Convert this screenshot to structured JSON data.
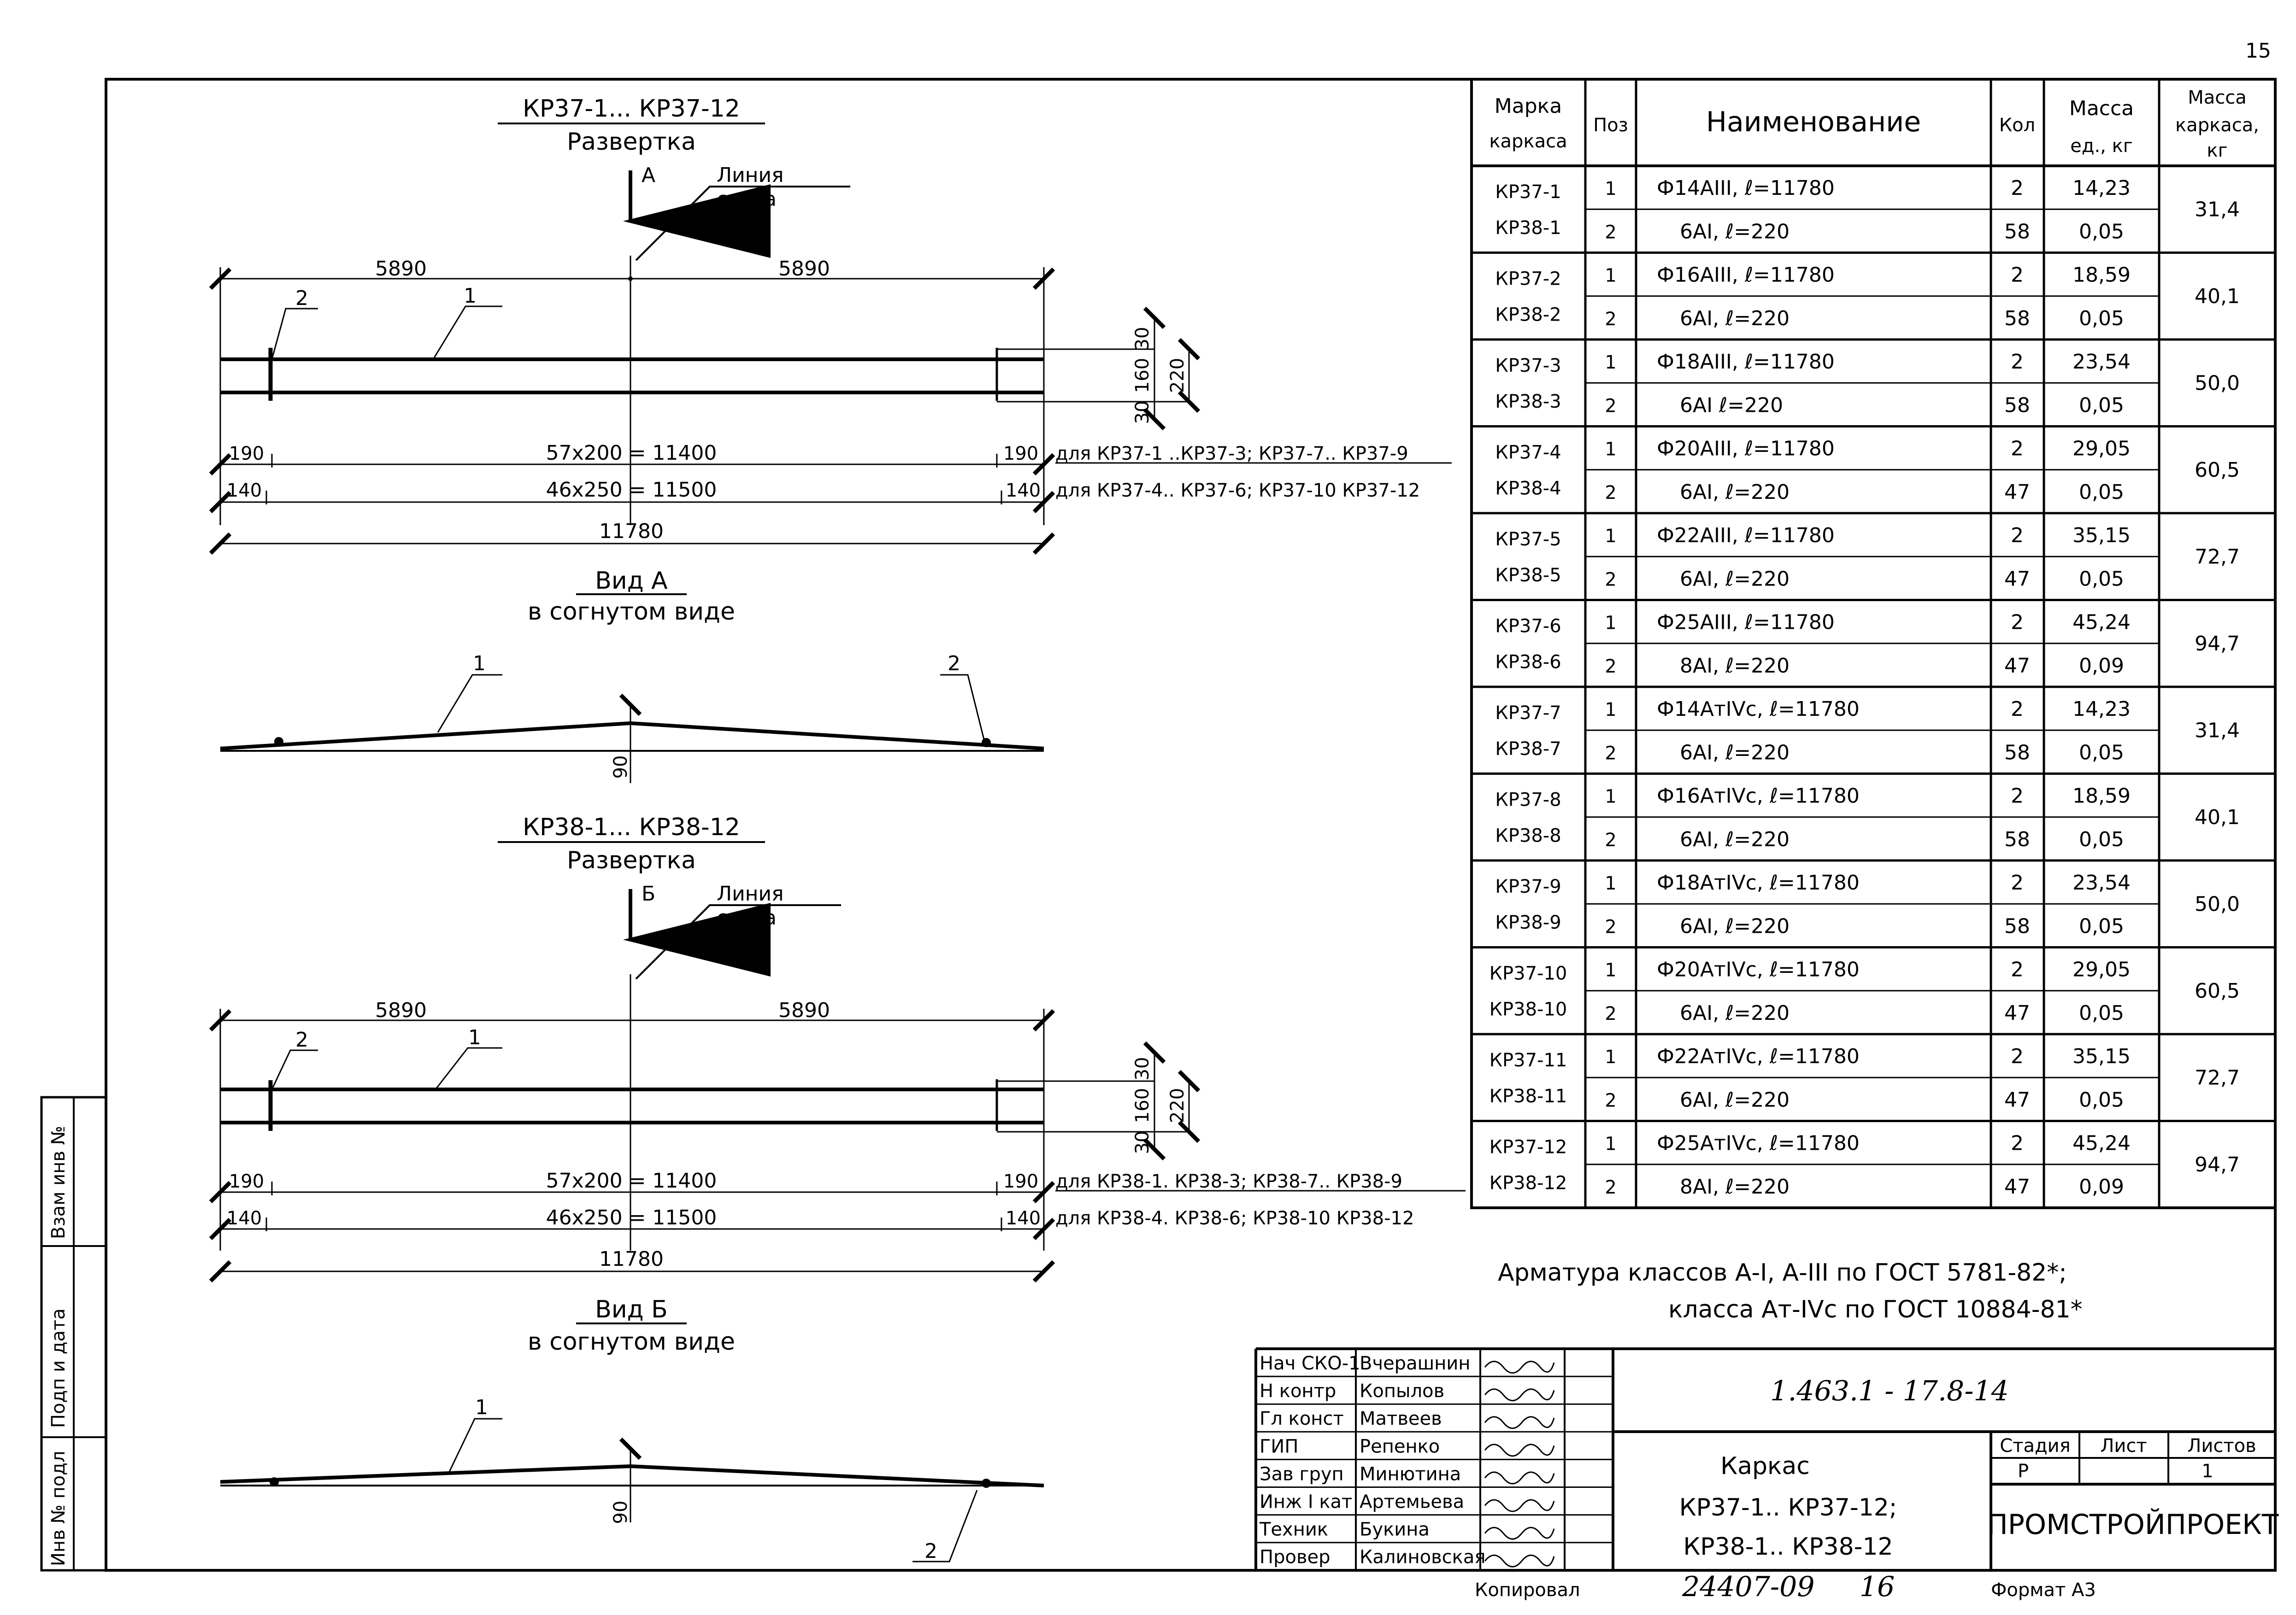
{
  "page_number": "15",
  "drawing_a": {
    "title": "КР37-1... КР37-12",
    "subtitle": "Развертка",
    "arrow_label": "А",
    "bend_line_label_1": "Линия",
    "bend_line_label_2": "сгиба",
    "dim_left": "5890",
    "dim_right": "5890",
    "pos_1": "1",
    "pos_2": "2",
    "dim_30": "30",
    "dim_160": "160",
    "dim_220": "220",
    "dim_190_l": "190",
    "dim_190_r": "190",
    "dim_row1": "57х200 = 11400",
    "note_row1": "для КР37-1 ..КР37-3; КР37-7.. КР37-9",
    "dim_140_l": "140",
    "dim_140_r": "140",
    "dim_row2": "46х250 = 11500",
    "note_row2": "для КР37-4.. КР37-6; КР37-10 КР37-12",
    "dim_total": "11780",
    "view_title": "Вид А",
    "view_subtitle": "в согнутом виде",
    "view_pos_1": "1",
    "view_pos_2": "2",
    "view_dim": "90"
  },
  "drawing_b": {
    "title": "КР38-1... КР38-12",
    "subtitle": "Развертка",
    "arrow_label": "Б",
    "bend_line_label_1": "Линия",
    "bend_line_label_2": "сгиба",
    "dim_left": "5890",
    "dim_right": "5890",
    "pos_1": "1",
    "pos_2": "2",
    "dim_30": "30",
    "dim_160": "160",
    "dim_220": "220",
    "dim_190_l": "190",
    "dim_190_r": "190",
    "dim_row1": "57х200 = 11400",
    "note_row1": "для КР38-1. КР38-3; КР38-7.. КР38-9",
    "dim_140_l": "140",
    "dim_140_r": "140",
    "dim_row2": "46х250 = 11500",
    "note_row2": "для КР38-4. КР38-6; КР38-10 КР38-12",
    "dim_total": "11780",
    "view_title": "Вид Б",
    "view_subtitle": "в согнутом виде",
    "view_pos_1": "1",
    "view_pos_2": "2",
    "view_dim": "90"
  },
  "spec_table": {
    "headers": {
      "mark_1": "Марка",
      "mark_2": "каркаса",
      "pos": "Поз",
      "name": "Наименование",
      "qty": "Кол",
      "mass_unit_1": "Масса",
      "mass_unit_2": "ед., кг",
      "mass_frame_1": "Масса",
      "mass_frame_2": "каркаса,",
      "mass_frame_3": "кг"
    },
    "groups": [
      {
        "mark1": "КР37-1",
        "mark2": "КР38-1",
        "total": "31,4",
        "rows": [
          {
            "pos": "1",
            "name": "Ф14АIII, ℓ=11780",
            "qty": "2",
            "mass": "14,23"
          },
          {
            "pos": "2",
            "name": "6АI, ℓ=220",
            "qty": "58",
            "mass": "0,05"
          }
        ]
      },
      {
        "mark1": "КР37-2",
        "mark2": "КР38-2",
        "total": "40,1",
        "rows": [
          {
            "pos": "1",
            "name": "Ф16АIII, ℓ=11780",
            "qty": "2",
            "mass": "18,59"
          },
          {
            "pos": "2",
            "name": "6АI, ℓ=220",
            "qty": "58",
            "mass": "0,05"
          }
        ]
      },
      {
        "mark1": "КР37-3",
        "mark2": "КР38-3",
        "total": "50,0",
        "rows": [
          {
            "pos": "1",
            "name": "Ф18АIII, ℓ=11780",
            "qty": "2",
            "mass": "23,54"
          },
          {
            "pos": "2",
            "name": "6АI ℓ=220",
            "qty": "58",
            "mass": "0,05"
          }
        ]
      },
      {
        "mark1": "КР37-4",
        "mark2": "КР38-4",
        "total": "60,5",
        "rows": [
          {
            "pos": "1",
            "name": "Ф20АIII, ℓ=11780",
            "qty": "2",
            "mass": "29,05"
          },
          {
            "pos": "2",
            "name": "6АI, ℓ=220",
            "qty": "47",
            "mass": "0,05"
          }
        ]
      },
      {
        "mark1": "КР37-5",
        "mark2": "КР38-5",
        "total": "72,7",
        "rows": [
          {
            "pos": "1",
            "name": "Ф22АIII, ℓ=11780",
            "qty": "2",
            "mass": "35,15"
          },
          {
            "pos": "2",
            "name": "6АI, ℓ=220",
            "qty": "47",
            "mass": "0,05"
          }
        ]
      },
      {
        "mark1": "КР37-6",
        "mark2": "КР38-6",
        "total": "94,7",
        "rows": [
          {
            "pos": "1",
            "name": "Ф25АIII, ℓ=11780",
            "qty": "2",
            "mass": "45,24"
          },
          {
            "pos": "2",
            "name": "8АI, ℓ=220",
            "qty": "47",
            "mass": "0,09"
          }
        ]
      },
      {
        "mark1": "КР37-7",
        "mark2": "КР38-7",
        "total": "31,4",
        "rows": [
          {
            "pos": "1",
            "name": "Ф14АтIVс, ℓ=11780",
            "qty": "2",
            "mass": "14,23"
          },
          {
            "pos": "2",
            "name": "6АI, ℓ=220",
            "qty": "58",
            "mass": "0,05"
          }
        ]
      },
      {
        "mark1": "КР37-8",
        "mark2": "КР38-8",
        "total": "40,1",
        "rows": [
          {
            "pos": "1",
            "name": "Ф16АтIVс, ℓ=11780",
            "qty": "2",
            "mass": "18,59"
          },
          {
            "pos": "2",
            "name": "6АI, ℓ=220",
            "qty": "58",
            "mass": "0,05"
          }
        ]
      },
      {
        "mark1": "КР37-9",
        "mark2": "КР38-9",
        "total": "50,0",
        "rows": [
          {
            "pos": "1",
            "name": "Ф18АтIVс, ℓ=11780",
            "qty": "2",
            "mass": "23,54"
          },
          {
            "pos": "2",
            "name": "6АI, ℓ=220",
            "qty": "58",
            "mass": "0,05"
          }
        ]
      },
      {
        "mark1": "КР37-10",
        "mark2": "КР38-10",
        "total": "60,5",
        "rows": [
          {
            "pos": "1",
            "name": "Ф20АтIVс, ℓ=11780",
            "qty": "2",
            "mass": "29,05"
          },
          {
            "pos": "2",
            "name": "6АI, ℓ=220",
            "qty": "47",
            "mass": "0,05"
          }
        ]
      },
      {
        "mark1": "КР37-11",
        "mark2": "КР38-11",
        "total": "72,7",
        "rows": [
          {
            "pos": "1",
            "name": "Ф22АтIVс, ℓ=11780",
            "qty": "2",
            "mass": "35,15"
          },
          {
            "pos": "2",
            "name": "6АI, ℓ=220",
            "qty": "47",
            "mass": "0,05"
          }
        ]
      },
      {
        "mark1": "КР37-12",
        "mark2": "КР38-12",
        "total": "94,7",
        "rows": [
          {
            "pos": "1",
            "name": "Ф25АтIVс, ℓ=11780",
            "qty": "2",
            "mass": "45,24"
          },
          {
            "pos": "2",
            "name": "8АI, ℓ=220",
            "qty": "47",
            "mass": "0,09"
          }
        ]
      }
    ]
  },
  "note_line_1": "Арматура классов А-I, А-III по ГОСТ 5781-82*;",
  "note_line_2": "класса Ат-IVс по ГОСТ 10884-81*",
  "title_block": {
    "doc_code": "1.463.1 - 17.8-14",
    "title_1": "Каркас",
    "title_2": "КР37-1.. КР37-12;",
    "title_3": "КР38-1.. КР38-12",
    "stage_label": "Стадия",
    "sheet_label": "Лист",
    "sheets_label": "Листов",
    "stage": "Р",
    "sheets": "1",
    "org": "ПРОМСТРОЙПРОЕКТ",
    "staff": [
      {
        "role": "Нач СКО-1",
        "name": "Вчерашнин"
      },
      {
        "role": "Н контр",
        "name": "Копылов"
      },
      {
        "role": "Гл конст",
        "name": "Матвеев"
      },
      {
        "role": "ГИП",
        "name": "Репенко"
      },
      {
        "role": "Зав груп",
        "name": "Минютина"
      },
      {
        "role": "Инж I кат",
        "name": "Артемьева"
      },
      {
        "role": "Техник",
        "name": "Букина"
      },
      {
        "role": "Провер",
        "name": "Калиновская"
      }
    ],
    "copied_label": "Копировал",
    "copy_number": "24407-09",
    "copy_sheet": "16",
    "format": "Формат А3"
  },
  "side_stamp": {
    "inv_no": "Инв № подл",
    "sign_date": "Подп и дата",
    "replace_inv": "Взам инв №"
  }
}
